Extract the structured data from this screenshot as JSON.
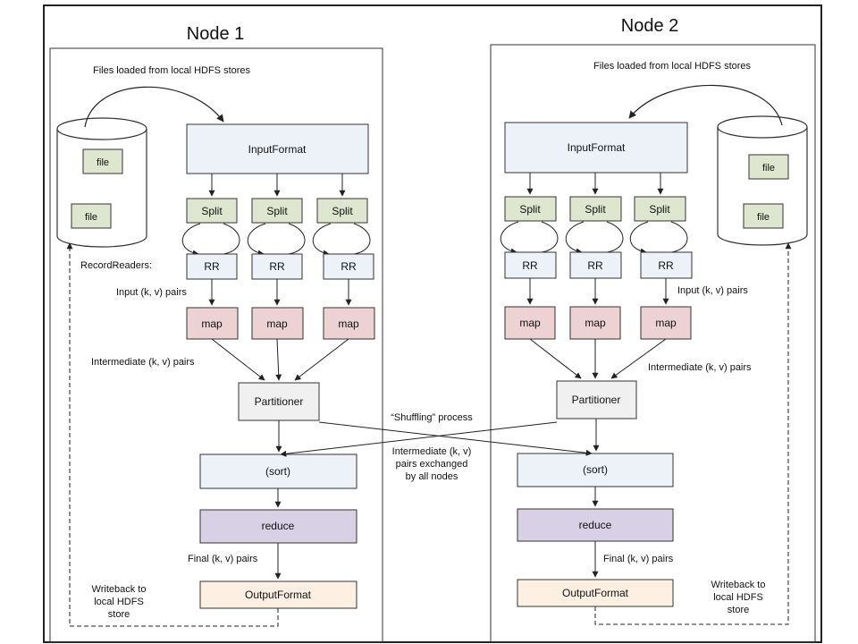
{
  "nodes": [
    {
      "title": "Node 1",
      "files_label": "Files loaded from local HDFS stores",
      "file_labels": [
        "file",
        "file"
      ],
      "input_format": "InputFormat",
      "splits": [
        "Split",
        "Split",
        "Split"
      ],
      "record_readers_label": "RecordReaders:",
      "rrs": [
        "RR",
        "RR",
        "RR"
      ],
      "input_pairs_label": "Input (k, v) pairs",
      "maps": [
        "map",
        "map",
        "map"
      ],
      "intermediate_pairs_label": "Intermediate (k, v) pairs",
      "partitioner": "Partitioner",
      "sort": "(sort)",
      "reduce": "reduce",
      "final_pairs_label": "Final (k, v) pairs",
      "output_format": "OutputFormat",
      "writeback_label": [
        "Writeback to",
        "local HDFS",
        "store"
      ]
    },
    {
      "title": "Node 2",
      "files_label": "Files loaded from local HDFS stores",
      "file_labels": [
        "file",
        "file"
      ],
      "input_format": "InputFormat",
      "splits": [
        "Split",
        "Split",
        "Split"
      ],
      "rrs": [
        "RR",
        "RR",
        "RR"
      ],
      "input_pairs_label": "Input (k, v) pairs",
      "maps": [
        "map",
        "map",
        "map"
      ],
      "intermediate_pairs_label": "Intermediate (k, v) pairs",
      "partitioner": "Partitioner",
      "sort": "(sort)",
      "reduce": "reduce",
      "final_pairs_label": "Final (k, v) pairs",
      "output_format": "OutputFormat",
      "writeback_label": [
        "Writeback to",
        "local HDFS",
        "store"
      ]
    }
  ],
  "shuffle": {
    "title": "“Shuffling” process",
    "description": [
      "Intermediate (k, v)",
      "pairs exchanged",
      "by all nodes"
    ]
  },
  "colors": {
    "input_format": "#edf1f8",
    "split": "#dfe6cf",
    "rr": "#edf1f8",
    "map": "#ecd2d2",
    "partitioner": "#f0f0f0",
    "sort": "#edf1f8",
    "reduce": "#d8d0e4",
    "output_format": "#fdf0e2",
    "file": "#dfe6cf",
    "stroke": "#333333"
  }
}
